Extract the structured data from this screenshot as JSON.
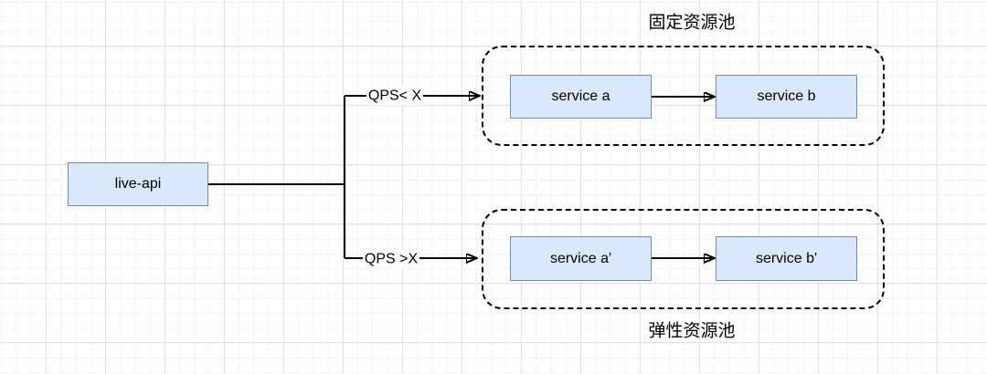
{
  "diagram": {
    "source_node": {
      "label": "live-api"
    },
    "edges": [
      {
        "label": "QPS< X"
      },
      {
        "label": "QPS >X"
      }
    ],
    "pools": [
      {
        "title": "固定资源池",
        "nodes": [
          {
            "label": "service a"
          },
          {
            "label": "service b"
          }
        ]
      },
      {
        "title": "弹性资源池",
        "nodes": [
          {
            "label": "service a'"
          },
          {
            "label": "service b'"
          }
        ]
      }
    ],
    "colors": {
      "node_fill": "#dae8fc",
      "node_border": "#6c8ebf",
      "line": "#000000"
    }
  }
}
